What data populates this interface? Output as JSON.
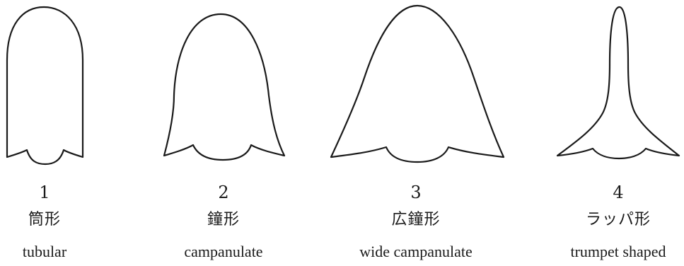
{
  "shapes": [
    {
      "number": "1",
      "name_ja": "筒形",
      "name_en": "tubular"
    },
    {
      "number": "2",
      "name_ja": "鐘形",
      "name_en": "campanulate"
    },
    {
      "number": "3",
      "name_ja": "広鐘形",
      "name_en": "wide campanulate"
    },
    {
      "number": "4",
      "name_ja": "ラッパ形",
      "name_en": "trumpet shaped"
    }
  ],
  "colors": {
    "stroke": "#1a1a1a",
    "fill": "#ffffff"
  }
}
